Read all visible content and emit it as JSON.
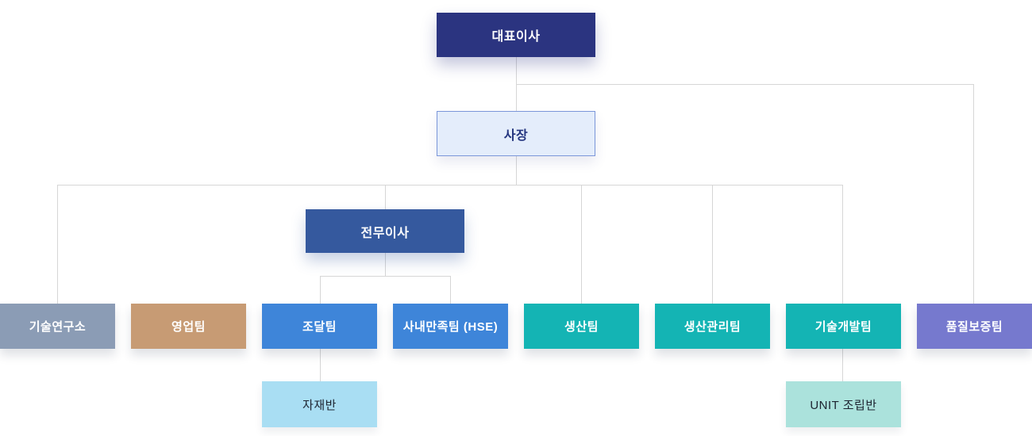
{
  "org_chart": {
    "nodes": {
      "ceo": {
        "label": "대표이사",
        "color": "#2b3480",
        "text_color": "#ffffff"
      },
      "president": {
        "label": "사장",
        "color": "#e4edfb",
        "border_color": "#7b96d9",
        "text_color": "#24357f"
      },
      "executive_director": {
        "label": "전무이사",
        "color": "#35599e",
        "text_color": "#ffffff"
      },
      "departments": [
        {
          "label": "기술연구소",
          "color": "#8b9cb5"
        },
        {
          "label": "영업팀",
          "color": "#c79b74"
        },
        {
          "label": "조달팀",
          "color": "#3e85d9"
        },
        {
          "label": "사내만족팀 (HSE)",
          "color": "#3e85d9"
        },
        {
          "label": "생산팀",
          "color": "#14b4b4"
        },
        {
          "label": "생산관리팀",
          "color": "#14b4b4"
        },
        {
          "label": "기술개발팀",
          "color": "#14b4b4"
        },
        {
          "label": "품질보증팀",
          "color": "#7679ce"
        }
      ],
      "sub_teams": [
        {
          "label": "자재반",
          "parent_label": "조달팀",
          "color": "#a9def3"
        },
        {
          "label": "UNIT 조립반",
          "parent_label": "기술개발팀",
          "color": "#abe2dc"
        }
      ]
    },
    "connector_color": "#d6d6d6",
    "background_color": "#ffffff"
  }
}
